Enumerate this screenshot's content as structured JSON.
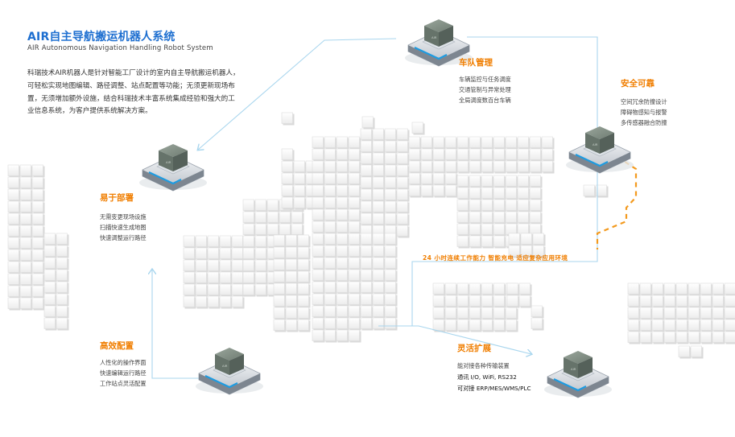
{
  "header": {
    "title": "AIR自主导航搬运机器人系统",
    "subtitle": "AIR Autonomous Navigation Handling Robot System"
  },
  "intro": {
    "text": "科瑞技术AIR机器人是针对智能工厂设计的室内自主导航搬运机器人，可轻松实现地图编辑、路径调整、站点配置等功能；无须更新现场布置，无须增加额外设施，结合科瑞技术丰富系统集成经验和强大的工业信息系统，为客户提供系统解决方案。"
  },
  "sections": {
    "fleet": {
      "title": "车队管理",
      "lines": [
        "车辆监控与任务调度",
        "交通管制与异常处理",
        "全局调度数百台车辆"
      ]
    },
    "safety": {
      "title": "安全可靠",
      "lines": [
        "空间冗余防撞设计",
        "障碍物感知与报警",
        "多传感器融合防撞"
      ]
    },
    "deploy": {
      "title": "易于部署",
      "lines": [
        "无需变更现场设施",
        "扫描快速生成地图",
        "快速调整运行路径"
      ]
    },
    "config": {
      "title": "高效配置",
      "lines": [
        "人性化的操作界面",
        "快速编辑运行路径",
        "工作站点灵活配置"
      ]
    },
    "expand": {
      "title": "灵活扩展",
      "lines": [
        "能对接各种传输装置",
        "通讯 I/O, WiFi, RS232",
        "可对接 ERP/MES/WMS/PLC"
      ]
    }
  },
  "banner": {
    "text": "24 小时连续工作能力  智能充电  适应复杂应用环境"
  },
  "robot": {
    "box_label": "AIR"
  },
  "colors": {
    "title_blue": "#1e6fd0",
    "accent_orange": "#f07e00",
    "arrow_blue": "#a9d6ee",
    "cube_face": "#f7f7f7",
    "cube_edge": "#d8d8d8"
  }
}
